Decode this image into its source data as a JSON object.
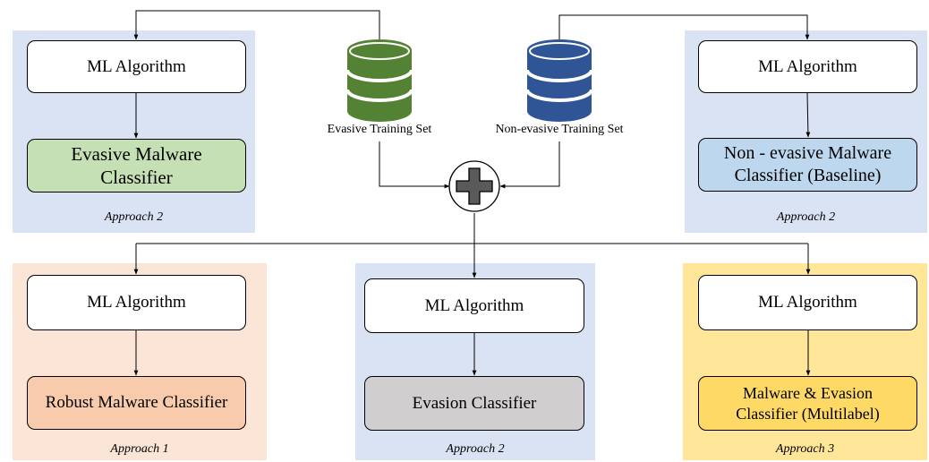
{
  "colors": {
    "panel_blue": "#dae3f3",
    "panel_peach": "#fbe5d6",
    "panel_yellow": "#ffe699",
    "evasive_db": "#548235",
    "nonevasive_db": "#2f5597"
  },
  "icons": [
    "database-icon",
    "plus-icon"
  ],
  "datasets": {
    "evasive": "Evasive Training Set",
    "nonevasive": "Non-evasive Training Set"
  },
  "panels": {
    "top_left": {
      "algorithm": "ML Algorithm",
      "output": [
        "Evasive Malware",
        "Classifier"
      ],
      "approach": "Approach 2"
    },
    "top_right": {
      "algorithm": "ML Algorithm",
      "output": [
        "Non - evasive Malware",
        "Classifier (Baseline)"
      ],
      "approach": "Approach 2"
    },
    "bottom_left": {
      "algorithm": "ML Algorithm",
      "output": [
        "Robust Malware Classifier"
      ],
      "approach": "Approach 1"
    },
    "bottom_middle": {
      "algorithm": "ML Algorithm",
      "output": [
        "Evasion Classifier"
      ],
      "approach": "Approach 2"
    },
    "bottom_right": {
      "algorithm": "ML Algorithm",
      "output": [
        "Malware & Evasion",
        "Classifier (Multilabel)"
      ],
      "approach": "Approach 3"
    }
  }
}
